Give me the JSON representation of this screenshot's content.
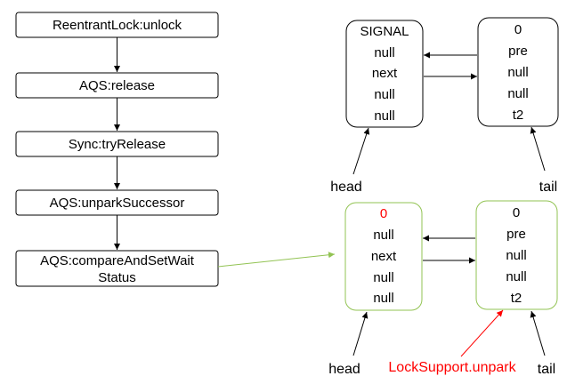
{
  "colors": {
    "node_border_top": "#000000",
    "node_border_bottom": "#92c353",
    "highlight_text": "#ff0000",
    "link_arrow": "#92c353",
    "unpark_arrow": "#ff0000"
  },
  "flow": {
    "steps": [
      {
        "label": "ReentrantLock:unlock"
      },
      {
        "label": "AQS:release"
      },
      {
        "label": "Sync:tryRelease"
      },
      {
        "label": "AQS:unparkSuccessor"
      },
      {
        "label_line1": "AQS:compareAndSetWait",
        "label_line2": "Status"
      }
    ]
  },
  "before": {
    "head_node": {
      "fields": [
        "SIGNAL",
        "null",
        "next",
        "null",
        "null"
      ]
    },
    "tail_node": {
      "fields": [
        "0",
        "pre",
        "null",
        "null",
        "t2"
      ]
    },
    "head_label": "head",
    "tail_label": "tail"
  },
  "after": {
    "head_node": {
      "fields": [
        "0",
        "null",
        "next",
        "null",
        "null"
      ]
    },
    "tail_node": {
      "fields": [
        "0",
        "pre",
        "null",
        "null",
        "t2"
      ]
    },
    "head_label": "head",
    "tail_label": "tail",
    "unpark_label": "LockSupport.unpark"
  }
}
